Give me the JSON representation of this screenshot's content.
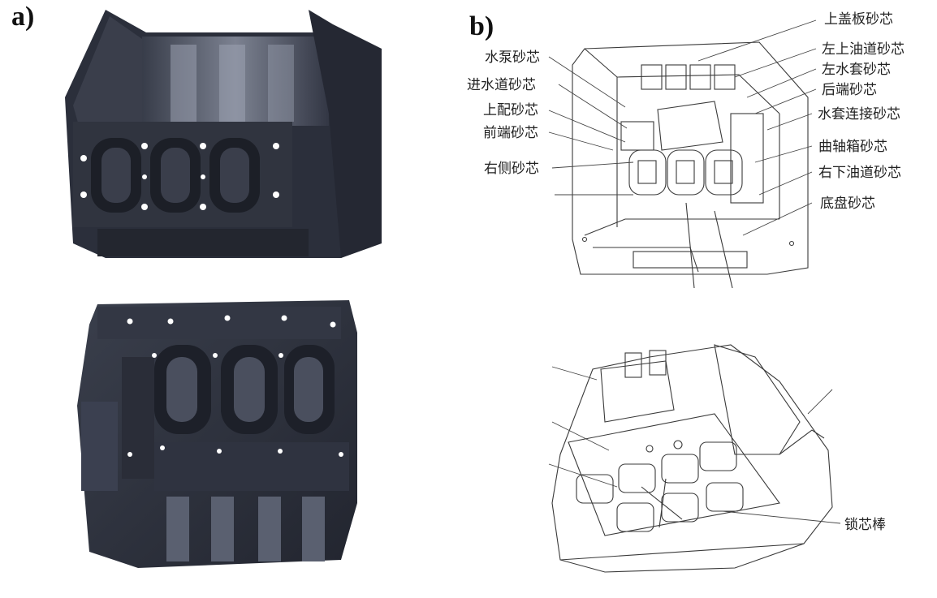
{
  "panels": {
    "a_label": "a)",
    "b_label": "b)"
  },
  "callouts": {
    "left": [
      {
        "id": "water-pump-core",
        "text": "水泵砂芯"
      },
      {
        "id": "water-inlet-core",
        "text": "进水道砂芯"
      },
      {
        "id": "upper-fitting-core",
        "text": "上配砂芯"
      },
      {
        "id": "front-end-core",
        "text": "前端砂芯"
      },
      {
        "id": "right-side-core",
        "text": "右侧砂芯"
      }
    ],
    "right": [
      {
        "id": "top-cover-core",
        "text": "上盖板砂芯"
      },
      {
        "id": "left-upper-oil-core",
        "text": "左上油道砂芯"
      },
      {
        "id": "left-water-jacket-core",
        "text": "左水套砂芯"
      },
      {
        "id": "rear-end-core",
        "text": "后端砂芯"
      },
      {
        "id": "water-jacket-connect-core",
        "text": "水套连接砂芯"
      },
      {
        "id": "crankcase-core",
        "text": "曲轴箱砂芯"
      },
      {
        "id": "right-lower-oil-core",
        "text": "右下油道砂芯"
      },
      {
        "id": "oil-pan-core",
        "text": "底盘砂芯"
      }
    ],
    "lock_pin": "锁芯棒"
  },
  "colors": {
    "block_dark": "#2a2e3a",
    "block_mid": "#3c4150",
    "block_light": "#6a7080",
    "line": "#3a3a3a"
  }
}
